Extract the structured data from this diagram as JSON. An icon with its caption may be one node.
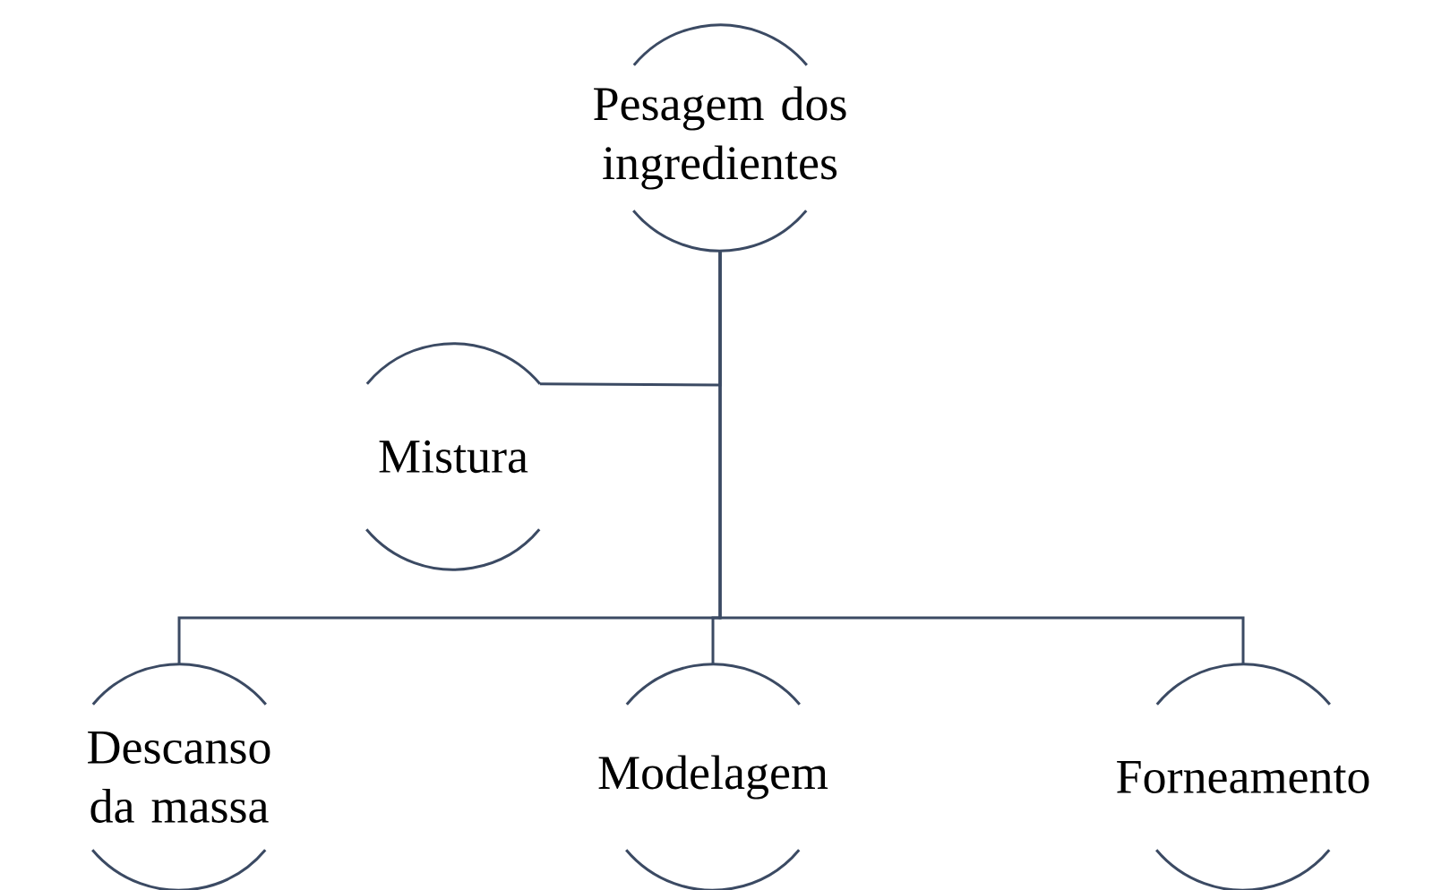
{
  "diagram": {
    "nodes": [
      {
        "text": [
          "Pesagem dos ingredientes"
        ]
      },
      {
        "text": [
          "Mistura"
        ]
      },
      {
        "text": [
          "Descanso da massa"
        ]
      },
      {
        "text": [
          "Modelagem"
        ]
      },
      {
        "text": [
          "Forneamento"
        ]
      }
    ],
    "edges": [
      {
        "from": 0,
        "to": 1,
        "arrow": "none"
      },
      {
        "from": 0,
        "to": 2,
        "arrow": "none"
      },
      {
        "from": 0,
        "to": 3,
        "arrow": "none"
      },
      {
        "from": 0,
        "to": 4,
        "arrow": "none"
      }
    ]
  }
}
